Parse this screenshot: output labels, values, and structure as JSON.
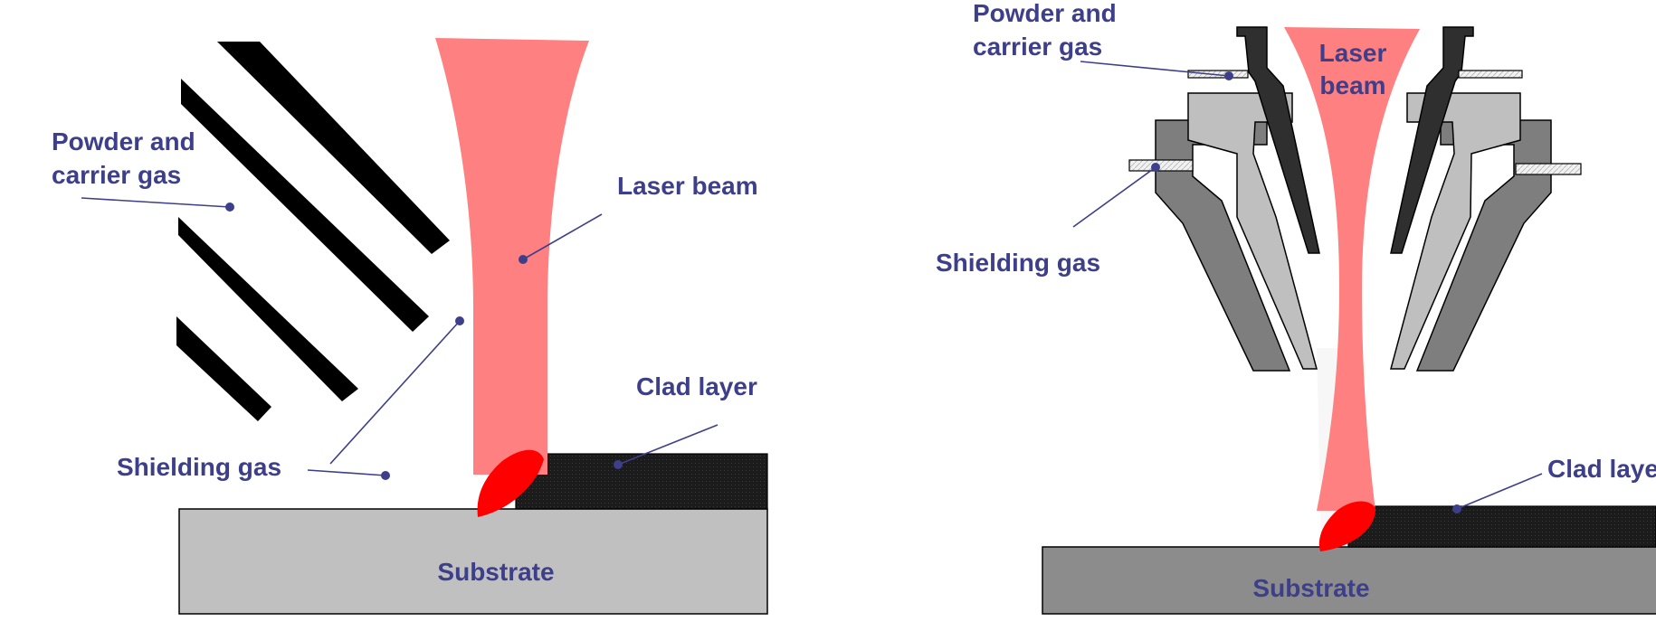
{
  "left_panel": {
    "powder_label_line1": "Powder and",
    "powder_label_line2": "carrier gas",
    "laser_label": "Laser beam",
    "shield_label": "Shielding gas",
    "clad_label": "Clad layer",
    "substrate_label": "Substrate"
  },
  "right_panel": {
    "powder_label_line1": "Powder and",
    "powder_label_line2": "carrier gas",
    "laser_label_line1": "Laser",
    "laser_label_line2": "beam",
    "shield_label": "Shielding gas",
    "clad_label": "Clad layer",
    "substrate_label": "Substrate"
  },
  "colors": {
    "label_text": "#3d3f8a",
    "laser_beam": "#fe8080",
    "melt_pool": "#ff0000",
    "clad_layer": "#1a1a1a",
    "substrate_left": "#c0c0c0",
    "substrate_right": "#8c8c8c"
  }
}
